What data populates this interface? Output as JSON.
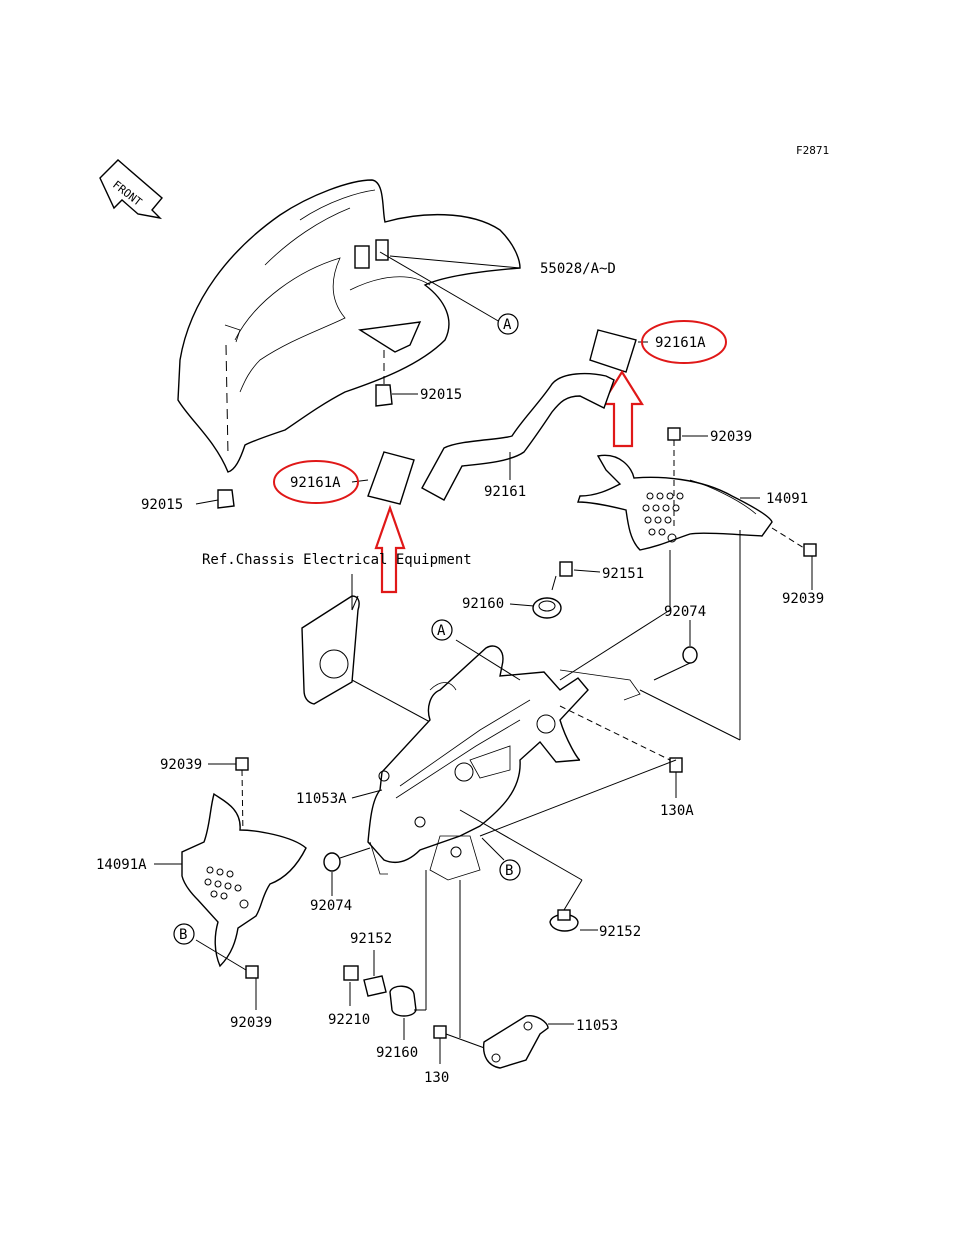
{
  "figure_id": "F2871",
  "front_label": "FRONT",
  "ref_note": "Ref.Chassis Electrical Equipment",
  "parts": {
    "p55028": "55028/A~D",
    "p92161A_top": "92161A",
    "p92015_mid": "92015",
    "p92039_top": "92039",
    "p92161A_left": "92161A",
    "p92161": "92161",
    "p14091": "14091",
    "p92015_left": "92015",
    "p92039_right": "92039",
    "p92151": "92151",
    "p92160_top": "92160",
    "p92074_right": "92074",
    "p92039_left": "92039",
    "p11053A": "11053A",
    "p130A": "130A",
    "p14091A": "14091A",
    "p92074_left": "92074",
    "p92152_right": "92152",
    "p92152_left": "92152",
    "p92210": "92210",
    "p11053": "11053",
    "p92160_bottom": "92160",
    "p130": "130",
    "p92039_bottom": "92039"
  },
  "callouts": {
    "A": "A",
    "B": "B"
  },
  "colors": {
    "highlight": "#e01818",
    "line": "#000000"
  }
}
